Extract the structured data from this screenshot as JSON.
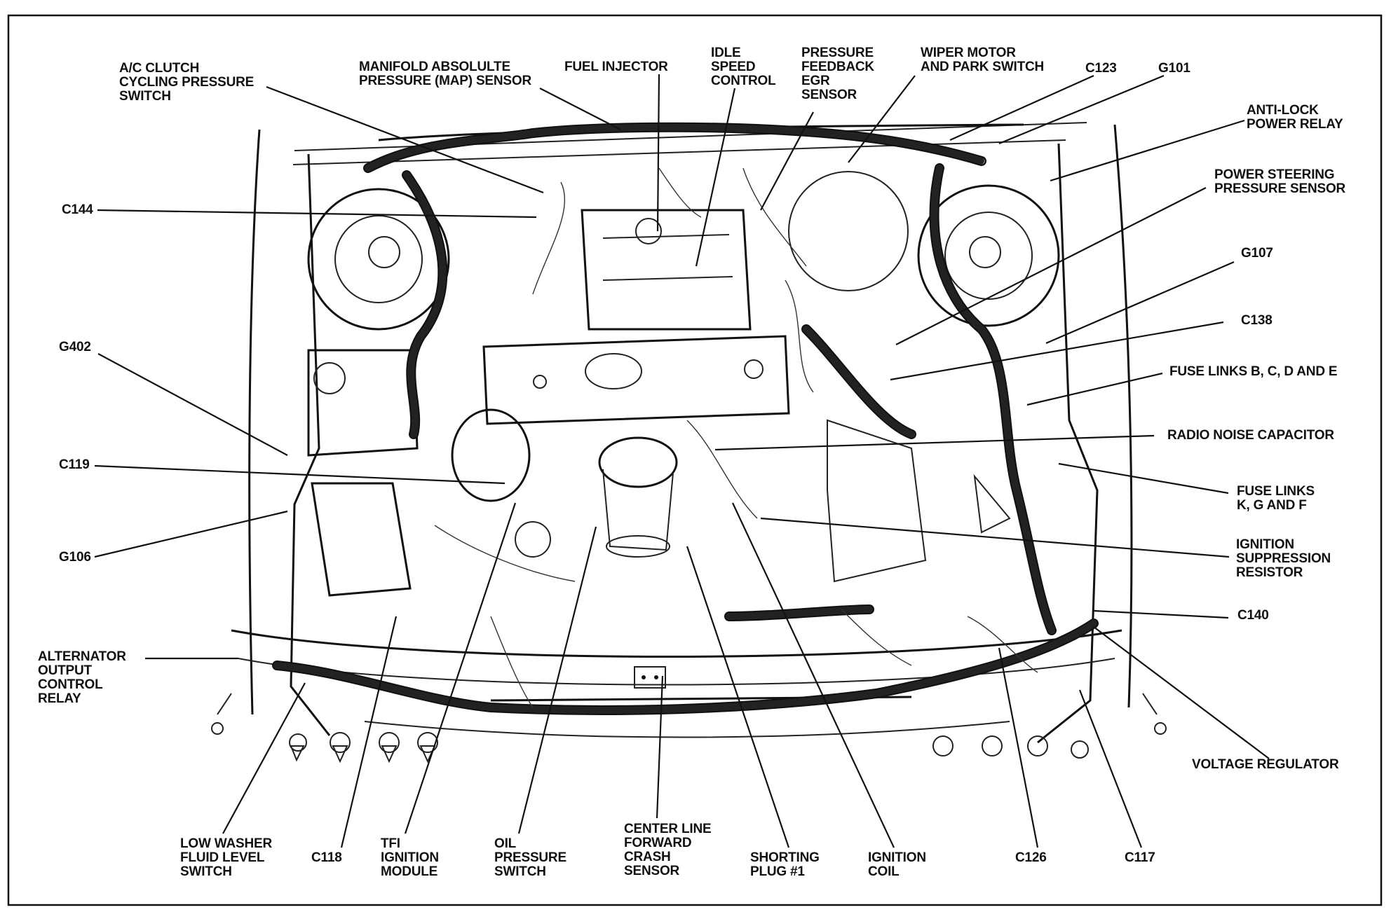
{
  "diagram": {
    "labels": {
      "ac_clutch": [
        "A/C CLUTCH",
        "CYCLING PRESSURE",
        "SWITCH"
      ],
      "map_sensor": [
        "MANIFOLD ABSOLULTE",
        "PRESSURE (MAP) SENSOR"
      ],
      "fuel_injector": [
        "FUEL INJECTOR"
      ],
      "idle_speed": [
        "IDLE",
        "SPEED",
        "CONTROL"
      ],
      "pressure_feedback": [
        "PRESSURE",
        "FEEDBACK",
        "EGR",
        "SENSOR"
      ],
      "wiper_motor": [
        "WIPER MOTOR",
        "AND PARK SWITCH"
      ],
      "c123": [
        "C123"
      ],
      "g101": [
        "G101"
      ],
      "anti_lock": [
        "ANTI-LOCK",
        "POWER RELAY"
      ],
      "power_steering": [
        "POWER STEERING",
        "PRESSURE SENSOR"
      ],
      "c144": [
        "C144"
      ],
      "g107": [
        "G107"
      ],
      "c138": [
        "C138"
      ],
      "g402": [
        "G402"
      ],
      "fuse_links_bcde": [
        "FUSE LINKS B, C, D AND E"
      ],
      "radio_noise": [
        "RADIO NOISE CAPACITOR"
      ],
      "c119": [
        "C119"
      ],
      "fuse_links_kgf": [
        "FUSE LINKS",
        "K, G AND F"
      ],
      "g106": [
        "G106"
      ],
      "ignition_suppression": [
        "IGNITION",
        "SUPPRESSION",
        "RESISTOR"
      ],
      "c140": [
        "C140"
      ],
      "alternator": [
        "ALTERNATOR",
        "OUTPUT",
        "CONTROL",
        "RELAY"
      ],
      "voltage_regulator": [
        "VOLTAGE REGULATOR"
      ],
      "low_washer": [
        "LOW WASHER",
        "FLUID LEVEL",
        "SWITCH"
      ],
      "c118": [
        "C118"
      ],
      "tfi": [
        "TFI",
        "IGNITION",
        "MODULE"
      ],
      "oil_pressure": [
        "OIL",
        "PRESSURE",
        "SWITCH"
      ],
      "center_line": [
        "CENTER LINE",
        "FORWARD",
        "CRASH",
        "SENSOR"
      ],
      "shorting_plug": [
        "SHORTING",
        "PLUG #1"
      ],
      "ignition_coil": [
        "IGNITION",
        "COIL"
      ],
      "c126": [
        "C126"
      ],
      "c117": [
        "C117"
      ]
    }
  }
}
